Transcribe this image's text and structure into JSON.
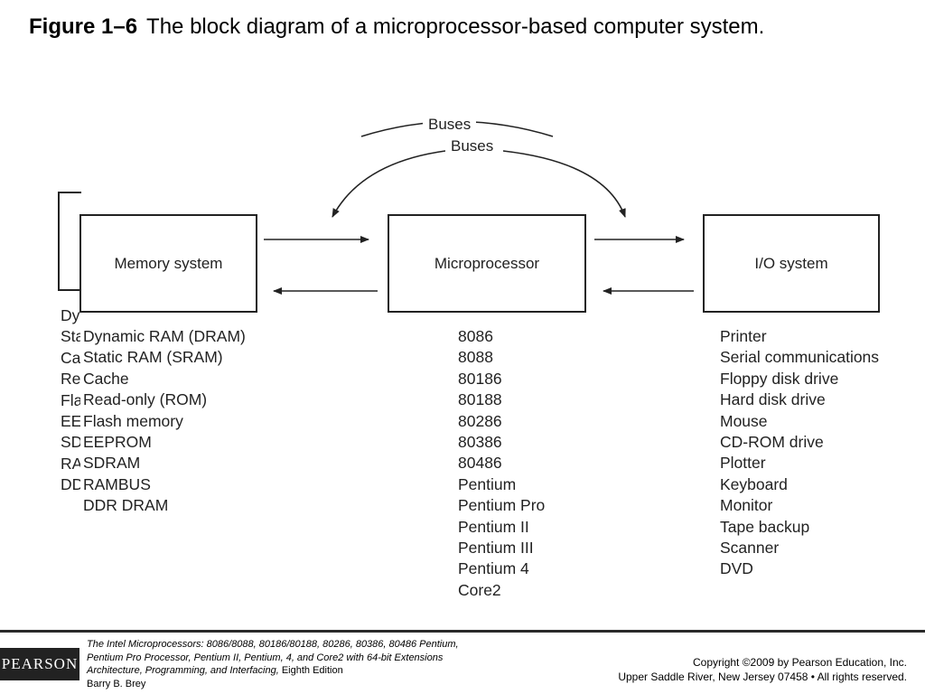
{
  "figure": {
    "label": "Figure 1–6",
    "caption": "The block diagram of a microprocessor-based computer system."
  },
  "diagram": {
    "bus_label_back": "Buses",
    "bus_label_front": "Buses",
    "boxes": {
      "memory": "Memory system",
      "cpu": "Microprocessor",
      "io": "I/O system"
    },
    "memory_items": [
      "Dynamic RAM (DRAM)",
      "Static RAM (SRAM)",
      "Cache",
      "Read-only (ROM)",
      "Flash memory",
      "EEPROM",
      "SDRAM",
      "RAMBUS",
      "DDR DRAM"
    ],
    "memory_ghost_items": [
      "Dy",
      "Sta",
      "Ca",
      "Re",
      "Fla",
      "EE",
      "SD",
      "RA",
      "DD"
    ],
    "cpu_items": [
      "8086",
      "8088",
      "80186",
      "80188",
      "80286",
      "80386",
      "80486",
      "Pentium",
      "Pentium Pro",
      "Pentium II",
      "Pentium III",
      "Pentium 4",
      "Core2"
    ],
    "io_items": [
      "Printer",
      "Serial communications",
      "Floppy disk drive",
      "Hard disk drive",
      "Mouse",
      "CD-ROM drive",
      "Plotter",
      "Keyboard",
      "Monitor",
      "Tape backup",
      "Scanner",
      "DVD"
    ]
  },
  "footer": {
    "logo": "PEARSON",
    "book_title": "The Intel Microprocessors:",
    "book_models": " 8086/8088, 80186/80188, 80286, 80386, 80486 Pentium,",
    "book_line2": "Pentium Pro Processor, Pentium II, Pentium, 4, and Core2 with 64-bit Extensions",
    "book_subtitle": "Architecture, Programming, and Interfacing,",
    "book_edition": " Eighth Edition",
    "book_author": "Barry B. Brey",
    "copyright": "Copyright ©2009 by Pearson Education, Inc.",
    "address": "Upper Saddle River, New Jersey 07458 • All rights reserved."
  }
}
